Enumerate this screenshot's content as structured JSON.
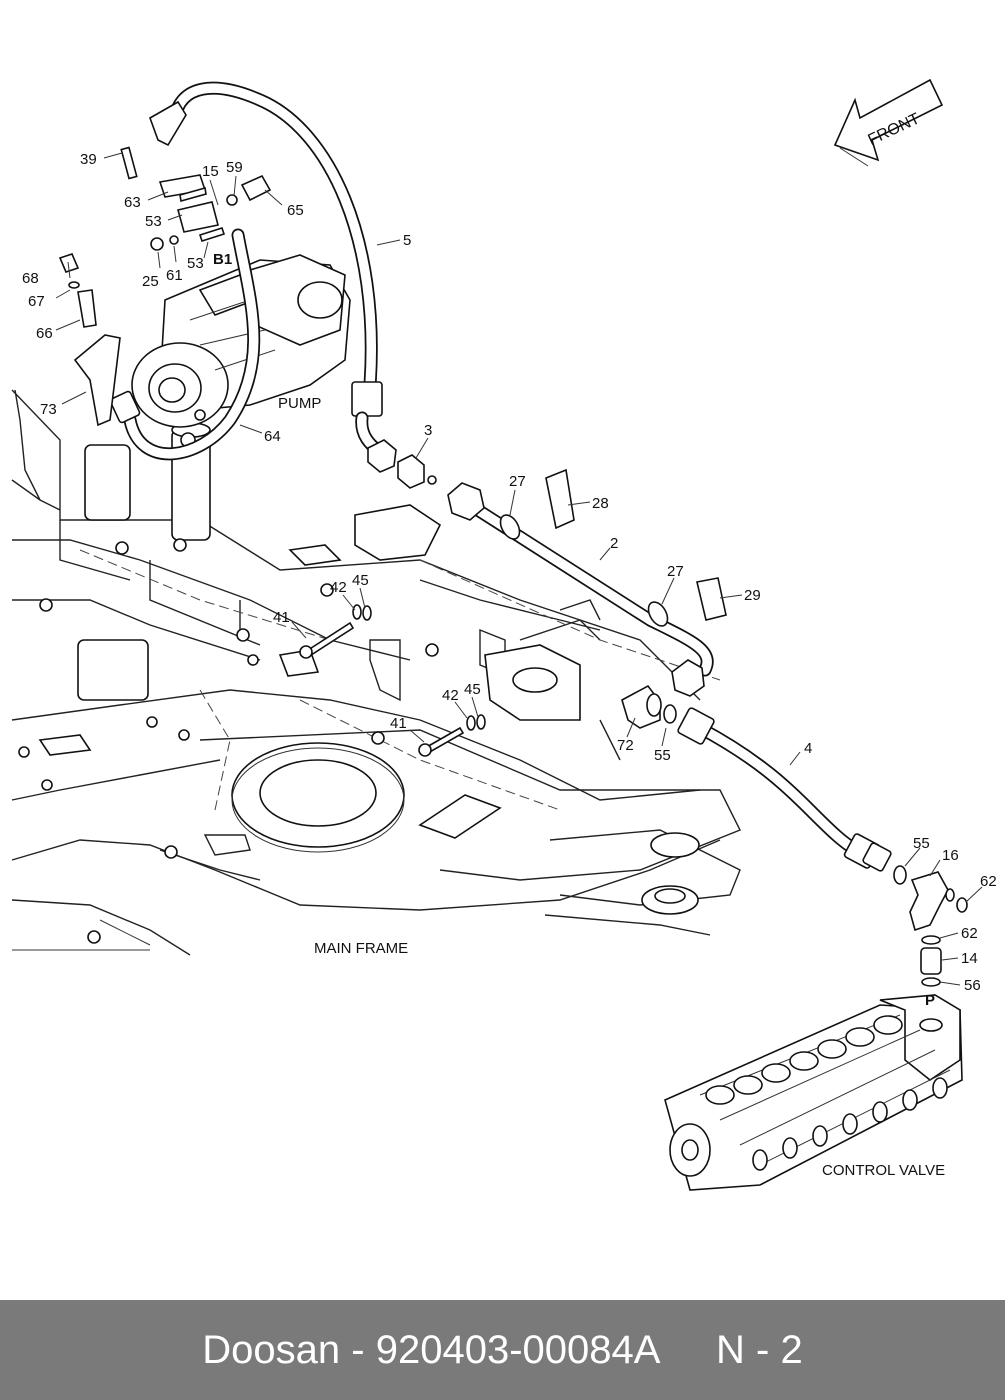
{
  "diagram": {
    "labels": {
      "front": "FRONT",
      "pump": "PUMP",
      "main_frame": "MAIN FRAME",
      "control_valve": "CONTROL VALVE",
      "b1": "B1",
      "p": "P"
    },
    "callouts": [
      "39",
      "63",
      "15",
      "59",
      "53",
      "65",
      "5",
      "68",
      "67",
      "53",
      "61",
      "25",
      "66",
      "73",
      "64",
      "3",
      "27",
      "28",
      "2",
      "27",
      "29",
      "42",
      "45",
      "41",
      "42",
      "45",
      "41",
      "72",
      "55",
      "4",
      "55",
      "16",
      "62",
      "62",
      "14",
      "56"
    ]
  },
  "footer": {
    "brand": "Doosan",
    "separator": " - ",
    "part_number": "920403-00084A",
    "page": "N - 2"
  }
}
